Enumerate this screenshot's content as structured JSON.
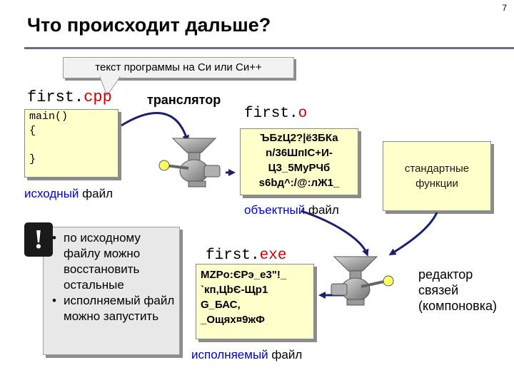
{
  "page_number": "7",
  "title": "Что происходит дальше?",
  "callout": "текст программы на Си или Си++",
  "source": {
    "filename_base": "first.",
    "filename_ext": "cpp",
    "code_lines": [
      "main()",
      "{",
      "",
      "}"
    ],
    "label_keyword": "исходный",
    "label_rest": " файл"
  },
  "translator_label": "транслятор",
  "object": {
    "filename_base": "first.",
    "filename_ext": "o",
    "content_lines": [
      "ЪБzЦ2?|ё3БКа",
      "n/36ШпІС+И-",
      "Ц3_5МуРЧб",
      "s6bд^:/@:лЖ1_"
    ],
    "label_keyword": "объектный",
    "label_rest": " файл"
  },
  "std_functions_lines": [
    "стандартные",
    "функции"
  ],
  "note": {
    "icon": "exclamation-icon",
    "bullets": [
      "по исходному файлу можно восстановить остальные",
      "исполняемый файл можно запустить"
    ]
  },
  "exe": {
    "filename_base": "first.",
    "filename_ext": "exe",
    "content_lines": [
      "MZPo:ЄРэ_е3\"!_",
      "`кп,ЦbЄ-Щр1",
      "G_БАС,",
      "_Ощях¤9жФ"
    ],
    "label_keyword": "исполняемый",
    "label_rest": " файл"
  },
  "linker_lines": [
    "редактор",
    "связей",
    "(компоновка)"
  ],
  "colors": {
    "accent_red": "#cc0000",
    "keyword_blue": "#0000cc",
    "box_yellow": "#ffffcc",
    "funnel_gray": "#8c8c8c"
  }
}
